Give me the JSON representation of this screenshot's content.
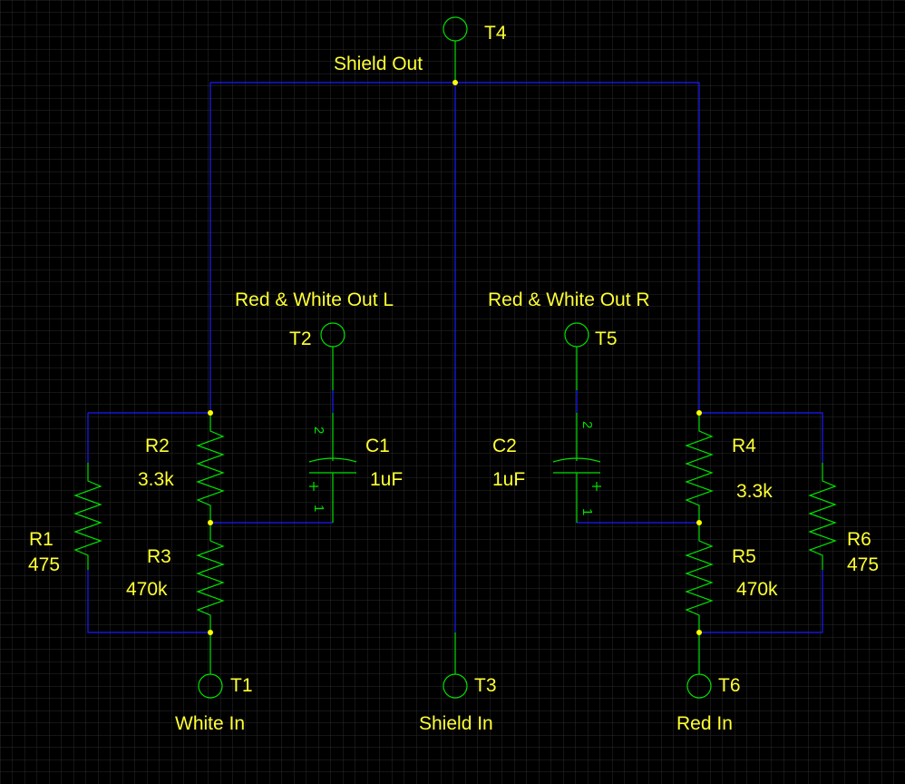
{
  "colors": {
    "background": "#000000",
    "grid": "#2a2a2a",
    "wire": "#1a1aff",
    "component": "#00e000",
    "label": "#ffff33",
    "junction": "#ffff00"
  },
  "terminals": {
    "t4": {
      "name": "T4",
      "label": "Shield Out"
    },
    "t2": {
      "name": "T2",
      "label": "Red & White Out L"
    },
    "t5": {
      "name": "T5",
      "label": "Red & White Out R"
    },
    "t1": {
      "name": "T1",
      "label": "White In"
    },
    "t3": {
      "name": "T3",
      "label": "Shield In"
    },
    "t6": {
      "name": "T6",
      "label": "Red In"
    }
  },
  "resistors": {
    "r1": {
      "ref": "R1",
      "value": "475"
    },
    "r2": {
      "ref": "R2",
      "value": "3.3k"
    },
    "r3": {
      "ref": "R3",
      "value": "470k"
    },
    "r4": {
      "ref": "R4",
      "value": "3.3k"
    },
    "r5": {
      "ref": "R5",
      "value": "470k"
    },
    "r6": {
      "ref": "R6",
      "value": "475"
    }
  },
  "capacitors": {
    "c1": {
      "ref": "C1",
      "value": "1uF",
      "pin_top": "2",
      "pin_bottom": "1",
      "polarity": "+"
    },
    "c2": {
      "ref": "C2",
      "value": "1uF",
      "pin_top": "2",
      "pin_bottom": "1",
      "polarity": "+"
    }
  }
}
